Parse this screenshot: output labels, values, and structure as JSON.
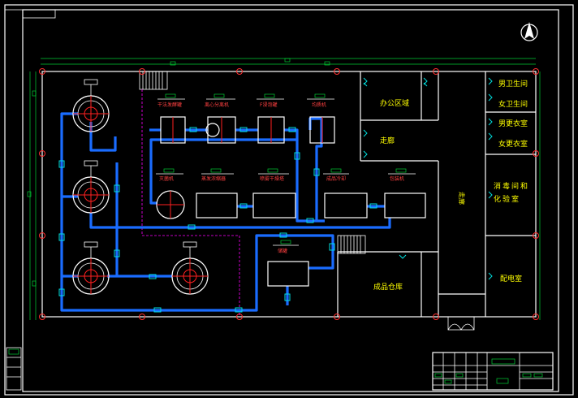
{
  "colors": {
    "background": "#000000",
    "lines": "#ffffff",
    "pipe": "#1a6cff",
    "dimension": "#00cc33",
    "text": "#ffff00",
    "equipment_center": "#ff2020",
    "valve": "#00e0e0",
    "boundary": "#ff00ff"
  },
  "rooms": {
    "office_area": "办公区域",
    "corridor": "走廊",
    "men_toilet": "男卫生间",
    "women_toilet": "女卫生间",
    "men_locker": "男更衣室",
    "women_locker": "女更衣室",
    "hall": "走廊",
    "sterilization_lab": "消毒间和化验室",
    "power_room": "配电室",
    "product_warehouse": "成品仓库"
  },
  "equipment_labels": {
    "e1": "干法发酵罐",
    "e2": "离心分离机",
    "e3": "F浸泡罐",
    "e4": "均质机",
    "e5": "灭菌机",
    "e6": "蒸发浓缩器",
    "e7": "喷雾干燥塔",
    "e8": "成品冷却",
    "e9": "包装机",
    "e10": "储罐"
  },
  "icons": {
    "north_arrow": "north-arrow-icon"
  }
}
